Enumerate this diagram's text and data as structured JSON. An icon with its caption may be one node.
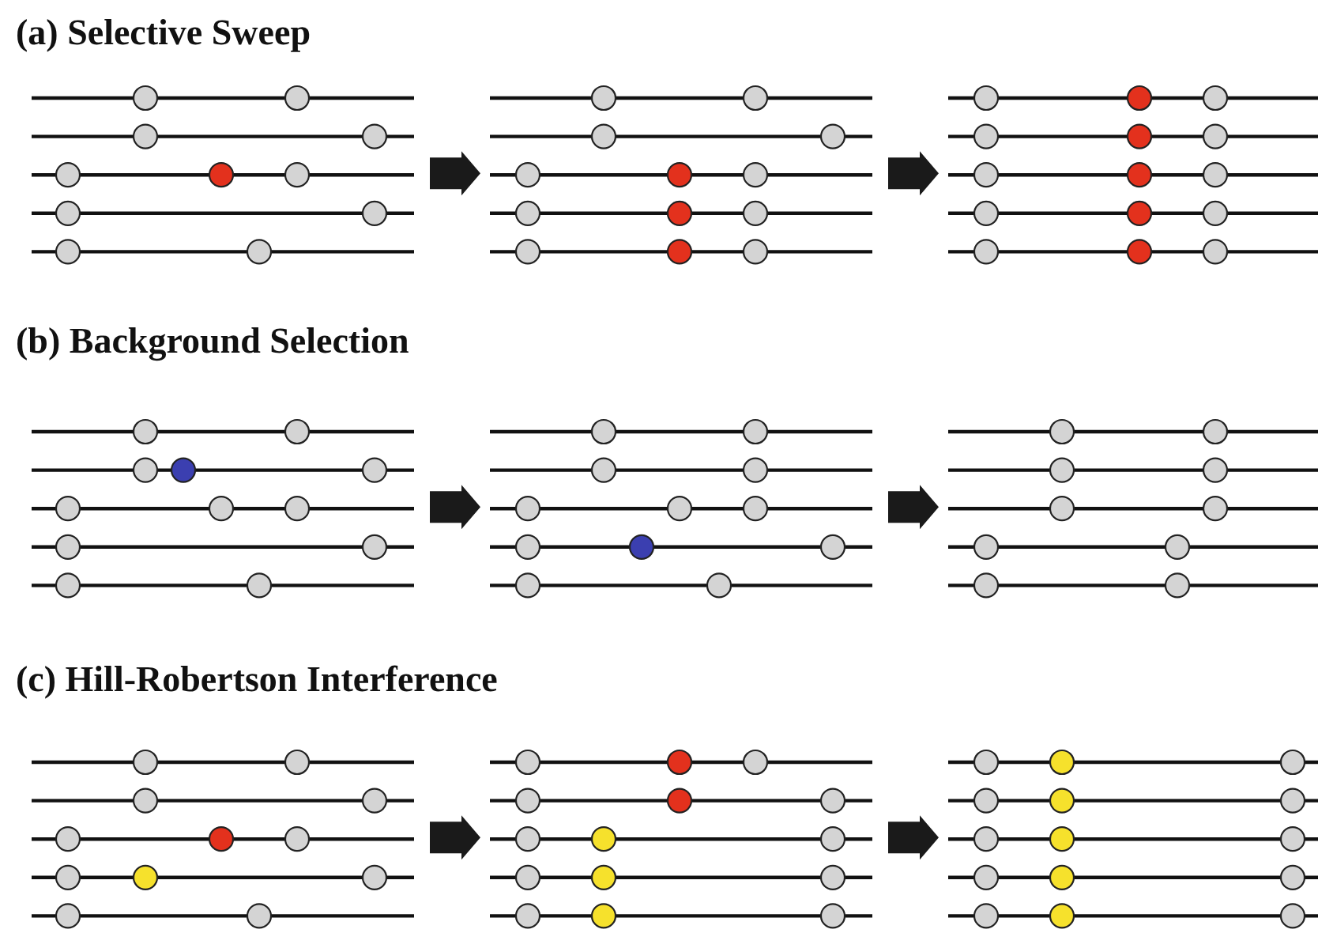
{
  "diagram": {
    "nodes": [
      {
        "text": [],
        "shape": "picture"
      },
      {
        "text": [],
        "shape": "picture"
      },
      {
        "text": [],
        "shape": "picture"
      },
      {
        "text": [],
        "shape": "picture"
      },
      {
        "text": [],
        "shape": "picture"
      },
      {
        "text": [],
        "shape": "picture"
      },
      {
        "text": [],
        "shape": "picture"
      },
      {
        "text": [],
        "shape": "picture"
      },
      {
        "text": [],
        "shape": "picture"
      }
    ],
    "edges": [
      {
        "from": 0,
        "to": 1,
        "arrow": "to"
      },
      {
        "from": 1,
        "to": 2,
        "arrow": "to"
      },
      {
        "from": 3,
        "to": 4,
        "arrow": "to"
      },
      {
        "from": 4,
        "to": 5,
        "arrow": "to"
      },
      {
        "from": 6,
        "to": 7,
        "arrow": "to"
      },
      {
        "from": 7,
        "to": 8,
        "arrow": "to"
      }
    ],
    "labels": [
      "(a) Selective Sweep",
      "(b) Background Selection",
      "(c) Hill-Robertson Interference"
    ]
  }
}
